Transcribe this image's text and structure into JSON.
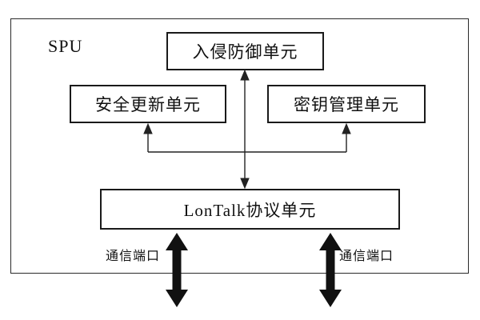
{
  "diagram": {
    "system_label": "SPU",
    "boxes": [
      {
        "id": "intrusion-prevention-unit",
        "label": "入侵防御单元"
      },
      {
        "id": "security-update-unit",
        "label": "安全更新单元"
      },
      {
        "id": "key-management-unit",
        "label": "密钥管理单元"
      },
      {
        "id": "lontalk-protocol-unit",
        "label": "LonTalk协议单元"
      }
    ],
    "port_labels": {
      "left": "通信端口",
      "right": "通信端口"
    },
    "colors": {
      "background": "#ffffff",
      "line": "#222222",
      "box_border": "#1a1a1a",
      "text": "#111111",
      "thick_arrow": "#111111"
    }
  }
}
